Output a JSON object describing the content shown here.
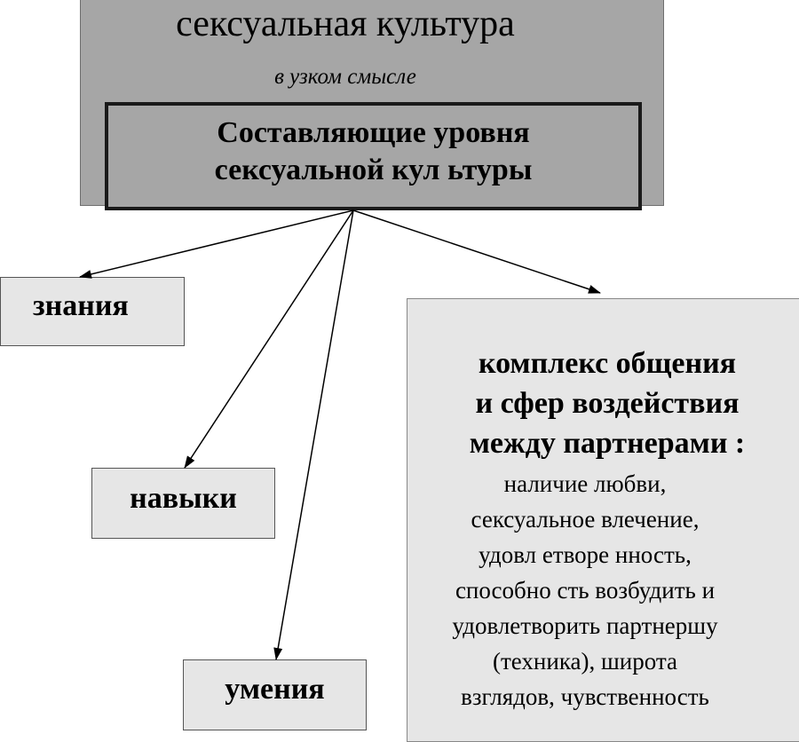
{
  "outer": {
    "title": "сексуальная   культура",
    "subtitle": "в узком смысле"
  },
  "inner": {
    "line1": "Составляющие уровня",
    "line2": "сексуальной   кул  ьтуры"
  },
  "leaves": {
    "znania": "знания",
    "navyki": "навыки",
    "umenia": "умения"
  },
  "complex": {
    "heading": [
      "комплекс   общения",
      "и сфер воздействия",
      "между партнерами   :"
    ],
    "body": [
      "наличие любви,",
      "сексуальное влечение,",
      "удовл етворе нность,",
      "способно сть возбудить и",
      "удовлетворить партнершу",
      "(техника), широта",
      "взглядов, чувственность"
    ]
  },
  "colors": {
    "outer_fill": "#a6a6a6",
    "leaf_fill": "#e6e6e6",
    "stroke": "#000000"
  }
}
